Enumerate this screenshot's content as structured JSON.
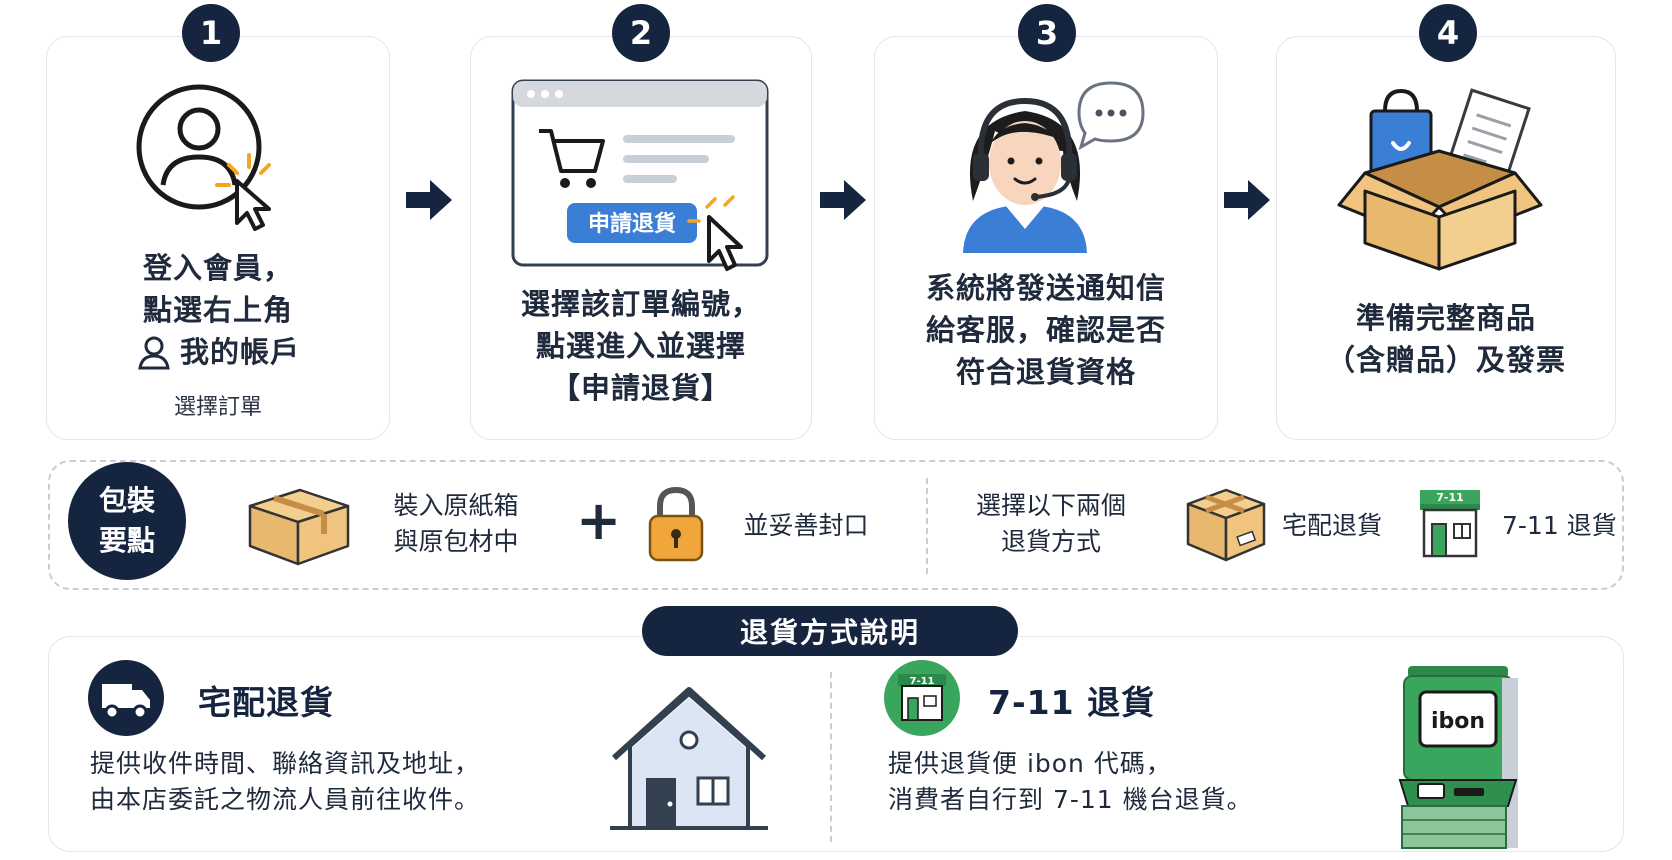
{
  "steps": [
    {
      "number": "1",
      "lines": [
        "登入會員，",
        "點選右上角",
        "我的帳戶"
      ],
      "sub": "選擇訂單"
    },
    {
      "number": "2",
      "lines": [
        "選擇該訂單編號，",
        "點選進入並選擇",
        "【申請退貨】"
      ],
      "button": "申請退貨"
    },
    {
      "number": "3",
      "lines": [
        "系統將發送通知信",
        "給客服，確認是否",
        "符合退貨資格"
      ]
    },
    {
      "number": "4",
      "lines": [
        "準備完整商品",
        "（含贈品）及發票"
      ]
    }
  ],
  "packing": {
    "badge": [
      "包裝",
      "要點"
    ],
    "item1": [
      "裝入原紙箱",
      "與原包材中"
    ],
    "plus": "+",
    "item2": "並妥善封口",
    "choose": [
      "選擇以下兩個",
      "退貨方式"
    ],
    "option1": "宅配退貨",
    "option2": "7-11 退貨"
  },
  "methods": {
    "title": "退貨方式說明",
    "home": {
      "title": "宅配退貨",
      "desc": [
        "提供收件時間、聯絡資訊及地址，",
        "由本店委託之物流人員前往收件。"
      ]
    },
    "store": {
      "title": "7-11 退貨",
      "desc": [
        "提供退貨便 ibon 代碼，",
        "消費者自行到 7-11 機台退貨。"
      ]
    }
  },
  "icon_labels": {
    "store_sign": "7-11",
    "ibon": "ibon"
  },
  "colors": {
    "navy": "#15253f",
    "blue": "#3b7ed6",
    "orange": "#f5a524",
    "green": "#3aa55c",
    "box": "#f0c47e"
  }
}
